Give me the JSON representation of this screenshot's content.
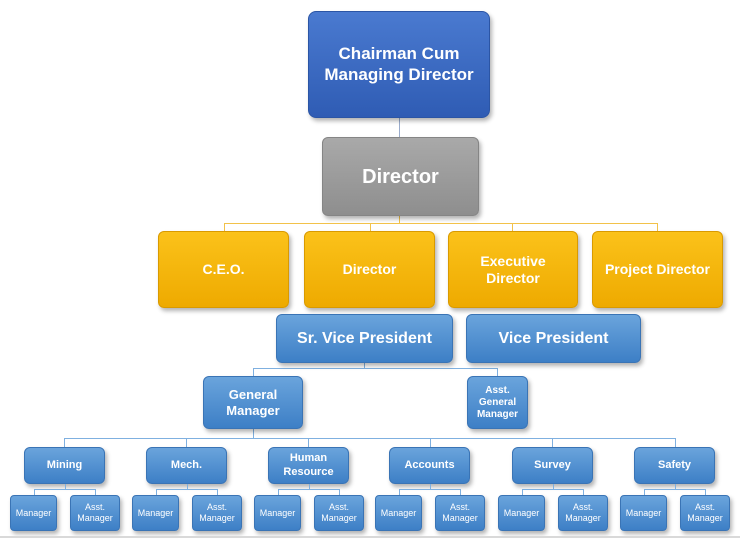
{
  "chairman": "Chairman Cum\nManaging Director",
  "director_main": "Director",
  "row3": {
    "ceo": "C.E.O.",
    "director": "Director",
    "exec_director": "Executive\nDirector",
    "project_director": "Project Director"
  },
  "row4": {
    "sr_vp": "Sr. Vice President",
    "vp": "Vice President"
  },
  "row5": {
    "gm": "General\nManager",
    "agm": "Asst.\nGeneral\nManager"
  },
  "departments": [
    {
      "name": "Mining",
      "manager": "Manager",
      "asst": "Asst.\nManager"
    },
    {
      "name": "Mech.",
      "manager": "Manager",
      "asst": "Asst.\nManager"
    },
    {
      "name": "Human\nResource",
      "manager": "Manager",
      "asst": "Asst.\nManager"
    },
    {
      "name": "Accounts",
      "manager": "Manager",
      "asst": "Asst.\nManager"
    },
    {
      "name": "Survey",
      "manager": "Manager",
      "asst": "Asst.\nManager"
    },
    {
      "name": "Safety",
      "manager": "Manager",
      "asst": "Asst.\nManager"
    }
  ],
  "colors": {
    "top": "#3f6fcb",
    "director": "#9b9b9b",
    "gold": "#f5b80c",
    "blue": "#4f8fd3",
    "gold_line": "#f2c24a",
    "blue_line": "#7fb0e0"
  }
}
